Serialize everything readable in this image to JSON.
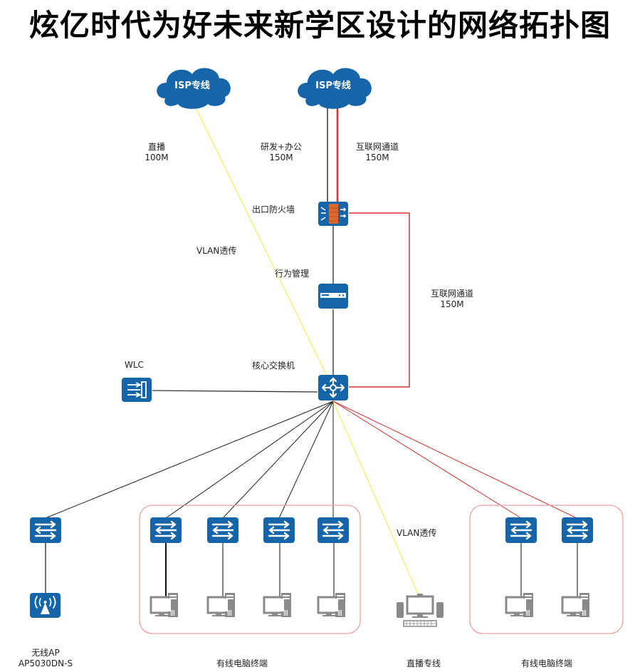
{
  "title": "炫亿时代为好未来新学区设计的网络拓扑图",
  "colors": {
    "device_blue": "#1565a8",
    "firewall_brick": "#d9692c",
    "pc_gray": "#8a8a8a",
    "link_black": "#222222",
    "link_red": "#e03030",
    "link_yellow": "#f2f07a",
    "group_border": "#e8a0a0"
  },
  "nodes": {
    "isp1": {
      "label": "ISP专线",
      "type": "cloud"
    },
    "isp2": {
      "label": "ISP专线",
      "type": "cloud"
    },
    "firewall": {
      "label": "出口防火墙",
      "type": "firewall"
    },
    "behavior": {
      "label": "行为管理",
      "type": "behavior-manager"
    },
    "core": {
      "label": "核心交换机",
      "type": "core-switch"
    },
    "wlc": {
      "label": "WLC",
      "type": "wireless-controller"
    },
    "ap": {
      "label_line1": "无线AP",
      "label_line2": "AP5030DN-S",
      "type": "access-point"
    },
    "live_terminal": {
      "label": "直播专线",
      "type": "live-workstation"
    }
  },
  "link_labels": {
    "live": {
      "line1": "直播",
      "line2": "100M"
    },
    "office": {
      "line1": "研发+办公",
      "line2": "150M"
    },
    "internet_top": {
      "line1": "互联网通道",
      "line2": "150M"
    },
    "internet_side": {
      "line1": "互联网通道",
      "line2": "150M"
    },
    "vlan_upper": "VLAN透传",
    "vlan_lower": "VLAN透传"
  },
  "groups": [
    {
      "label": "有线电脑终端",
      "switch_count": 4,
      "link_color": "black"
    },
    {
      "label": "有线电脑终端",
      "switch_count": 2,
      "link_color": "red"
    }
  ]
}
